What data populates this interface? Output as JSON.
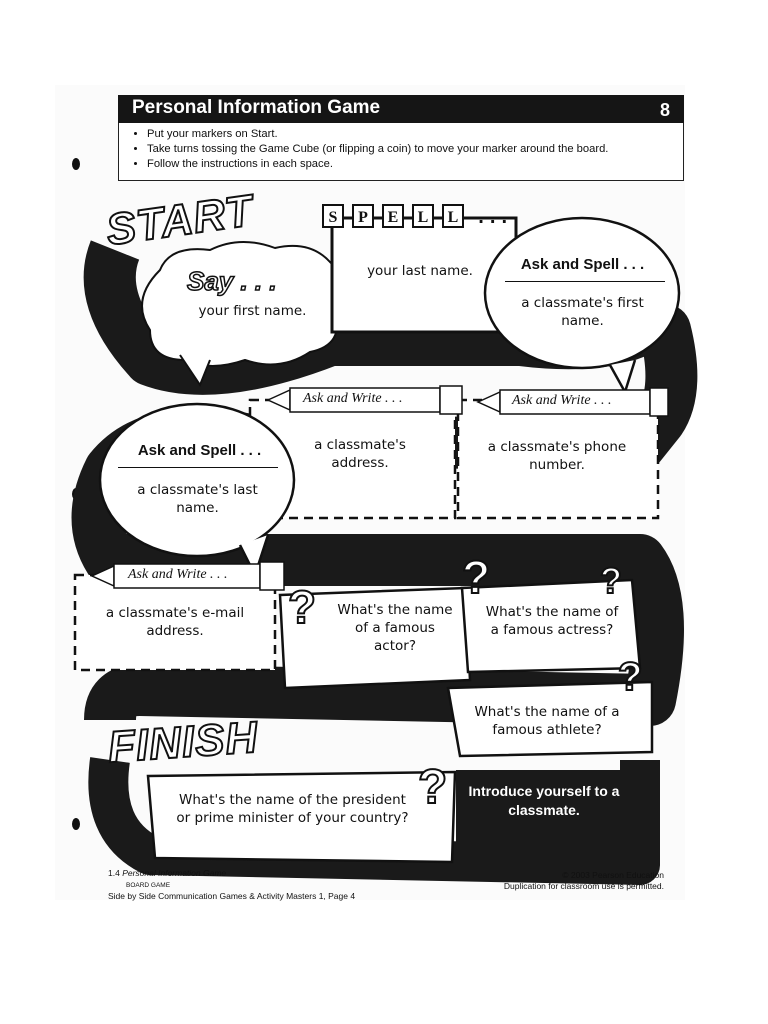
{
  "header": {
    "title": "Personal Information Game",
    "number": "8",
    "bullets": [
      "Put your markers on Start.",
      "Take turns tossing the Game Cube (or flipping a coin) to move your marker around the board.",
      "Follow the instructions in each space."
    ]
  },
  "board": {
    "start_label": "START",
    "finish_label": "FINISH",
    "say_label": "Say . . .",
    "say_text": "your first name.",
    "spell_letters": [
      "S",
      "P",
      "E",
      "L",
      "L"
    ],
    "spell_dots": ". . .",
    "spell_text": "your last name.",
    "ask_spell_1_heading": "Ask and Spell . . .",
    "ask_spell_1_text": "a classmate's first name.",
    "ask_write_1_label": "Ask and Write . . .",
    "ask_write_1_text": "a classmate's address.",
    "ask_write_2_label": "Ask and Write . . .",
    "ask_write_2_text": "a classmate's phone number.",
    "ask_spell_2_heading": "Ask and Spell . . .",
    "ask_spell_2_text": "a classmate's last name.",
    "ask_write_3_label": "Ask and Write . . .",
    "ask_write_3_text": "a classmate's e-mail address.",
    "actor_text": "What's the name of a famous actor?",
    "actress_text": "What's the name of a famous actress?",
    "athlete_text": "What's the name of a famous athlete?",
    "president_text": "What's the name of the president or prime minister of your country?",
    "intro_text": "Introduce yourself to a classmate.",
    "question_mark": "?"
  },
  "footer": {
    "page_ref": "1.4",
    "page_title": "Personal Information Game",
    "page_type": "BOARD GAME",
    "source": "Side by Side Communication Games & Activity Masters 1, Page 4",
    "copyright": "© 2003 Pearson Education",
    "permission": "Duplication for classroom use is permitted."
  }
}
